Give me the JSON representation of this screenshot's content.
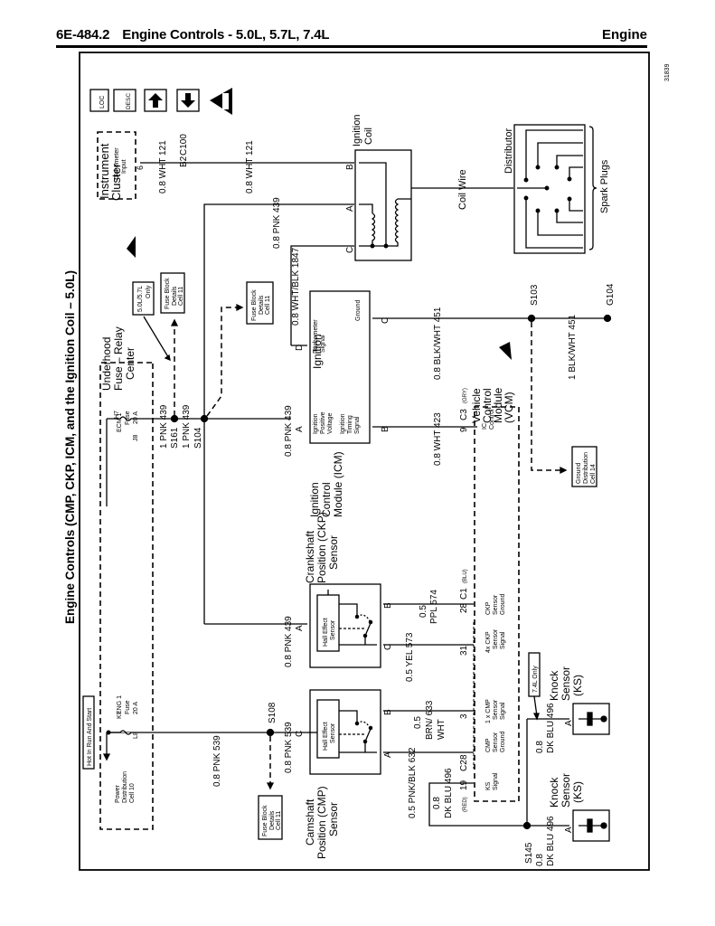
{
  "header": {
    "page_code": "6E-484.2",
    "section_title": "Engine Controls - 5.0L, 5.7L, 7.4L",
    "section_right": "Engine"
  },
  "diagram": {
    "title": "Engine Controls (CMP, CKP, ICM, and the Ignition Coil – 5.0L)",
    "figure_number": "31839",
    "legend_icons": {
      "loc": "LOC",
      "desc": "DESC",
      "up": "up-arrow",
      "down": "down-arrow",
      "obd": "OBD II"
    },
    "labels": {
      "hot_in_run": "Hot In Run And Start",
      "power_dist": [
        "Power",
        "Distribution",
        "Cell 10"
      ],
      "eng1_fuse": [
        "ENG 1",
        "Fuse",
        "20 A"
      ],
      "k7": "K7",
      "l8": "L8",
      "underhood": [
        "Underhood",
        "Fuse – Relay",
        "Center"
      ],
      "ecm1_fuse": [
        "ECM 1",
        "Fuse",
        "20 A"
      ],
      "h7": "H7",
      "j8": "J8",
      "only_5057": [
        "5.0L/5.7L",
        "Only"
      ],
      "fuse_block_1": [
        "Fuse Block",
        "Details",
        "Cell 11"
      ],
      "fuse_block_2": [
        "Fuse Block",
        "Details",
        "Cell 11"
      ],
      "fuse_block_3": [
        "Fuse Block",
        "Details",
        "Cell 11"
      ],
      "instrument_cluster": [
        "Instrument",
        "Cluster"
      ],
      "tach_input": [
        "Tachometer",
        "Input"
      ],
      "pin6": "6",
      "b2c100": "B2",
      "c100": "C100",
      "wire_wht121_a": "0.8 WHT  121",
      "wire_wht121_b": "0.8 WHT  121",
      "wire_pnk439_coil": "0.8 PNK  439",
      "wire_whtblk1847": "0.8 WHT/BLK  1847",
      "ignition_coil": [
        "Ignition",
        "Coil"
      ],
      "coil_pin_a": "A",
      "coil_pin_b": "B",
      "coil_pin_c": "C",
      "coil_wire": "Coil Wire",
      "distributor": "Distributor",
      "spark_plugs": "Spark Plugs",
      "wire_1pnk439_a": "1 PNK  439",
      "s161": "S161",
      "wire_1pnk439_b": "1 PNK  439",
      "s104": "S104",
      "wire_08pnk439_icm": "0.8 PNK  439",
      "icm_pin_a": "A",
      "icm_pin_b": "B",
      "icm_pin_c": "C",
      "icm_pin_d": "D",
      "icm_ign_pos": [
        "Ignition",
        "Positive",
        "Voltage"
      ],
      "icm_timing": [
        "Ignition",
        "Timing",
        "Signal"
      ],
      "icm_tach": [
        "Tachometer",
        "Signal"
      ],
      "icm_ground": "Ground",
      "icm_name": [
        "Ignition",
        "Control",
        "Module (ICM)"
      ],
      "wire_blkwht451_a": "0.8 BLK/WHT  451",
      "s103": "S103",
      "wire_blkwht451_b": "1 BLK/WHT  451",
      "g104": "G104",
      "wire_wht423": "0.8 WHT  423",
      "pin9": "9",
      "c3gry": "C3",
      "gry": "(GRY)",
      "vcm_name": [
        "Vehicle",
        "Control",
        "Module",
        "(VCM)"
      ],
      "ic_control": [
        "IC",
        "Control"
      ],
      "ground_dist": [
        "Ground",
        "Distribution",
        "Cell 14"
      ],
      "ckp_name": [
        "Crankshaft",
        "Position (CKP)",
        "Sensor"
      ],
      "wire_08pnk439_ckp": "0.8 PNK  439",
      "ckp_pin_a": "A",
      "ckp_pin_b": "B",
      "ckp_pin_c": "C",
      "hall_effect_1": [
        "Hall Effect",
        "Sensor"
      ],
      "hall_effect_2": [
        "Hall Effect",
        "Sensor"
      ],
      "wire_yel573": "0.5 YEL  573",
      "wire_ppl574": [
        "0.5",
        "PPL  574"
      ],
      "pin28": "28",
      "pin31": "31",
      "c1blu": "C1",
      "blu": "(BLU)",
      "ckp_ground": [
        "CKP",
        "Sensor",
        "Ground"
      ],
      "ckp_signal": [
        "4x CKP",
        "Sensor",
        "Signal"
      ],
      "cmp_signal": [
        "1 x CMP",
        "Sensor",
        "Signal"
      ],
      "cmp_ground": [
        "CMP",
        "Sensor",
        "Ground"
      ],
      "ks_signal": [
        "KS",
        "Signal"
      ],
      "wire_pnk539_a": "0.8 PNK  539",
      "s108": "S108",
      "wire_pnk539_b": "0.8 PNK  539",
      "cmp_pin_c": "C",
      "cmp_pin_a": "A",
      "cmp_pin_b": "B",
      "cmp_name": [
        "Camshaft",
        "Position (CMP)",
        "Sensor"
      ],
      "wire_brnwht633": [
        "0.5",
        "BRN/  633",
        "WHT"
      ],
      "pin3": "3",
      "wire_pnkblk632": "0.5 PNK/BLK  632",
      "pin8": "8",
      "c2red": "C2",
      "wire_dkblu496_vcm": [
        "0.8",
        "DK BLU  496"
      ],
      "red": "(RED)",
      "pin19": "19",
      "s145": "S145",
      "wire_dkblu496_ks1": [
        "0.8",
        "DK BLU  496"
      ],
      "wire_dkblu496_ks2": [
        "0.8",
        "DK BLU  496"
      ],
      "only_74": "7.4L Only",
      "knock_sensor_1": [
        "Knock",
        "Sensor",
        "(KS)"
      ],
      "knock_sensor_2": [
        "Knock",
        "Sensor",
        "(KS)"
      ],
      "ks_pin_a1": "A",
      "ks_pin_a2": "A"
    }
  }
}
